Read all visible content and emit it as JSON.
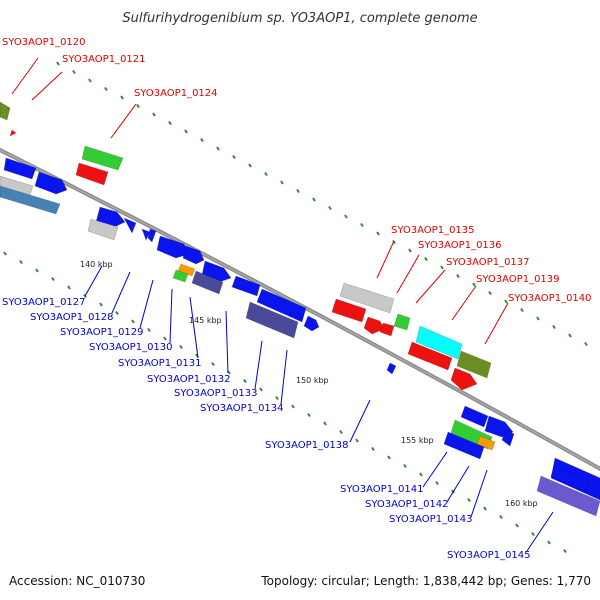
{
  "title": "Sulfurihydrogenibium sp. YO3AOP1, complete genome",
  "accession": "Accession: NC_010730",
  "topology": "Topology: circular; Length: 1,838,442 bp; Genes: 1,770",
  "colors": {
    "forward_label": "#dd0000",
    "reverse_label": "#0000cc",
    "backbone": "#888888",
    "tick": "#2e8b2e",
    "blue": "#0a14ee",
    "red": "#ee1111",
    "green": "#33cc33",
    "grey": "#c8c8c8",
    "olive": "#6b8e23",
    "steelblue": "#4682b4",
    "cyan": "#00ffff",
    "orange": "#ff9900",
    "slateblue": "#4a4a9a",
    "mediumslate": "#6a5acd"
  },
  "scale_labels": [
    "140 kbp",
    "145 kbp",
    "150 kbp",
    "155 kbp",
    "160 kbp"
  ],
  "forward_genes": [
    "SYO3AOP1_0120",
    "SYO3AOP1_0121",
    "SYO3AOP1_0124",
    "SYO3AOP1_0135",
    "SYO3AOP1_0136",
    "SYO3AOP1_0137",
    "SYO3AOP1_0139",
    "SYO3AOP1_0140"
  ],
  "reverse_genes": [
    "SYO3AOP1_0127",
    "SYO3AOP1_0128",
    "SYO3AOP1_0129",
    "SYO3AOP1_0130",
    "SYO3AOP1_0131",
    "SYO3AOP1_0132",
    "SYO3AOP1_0133",
    "SYO3AOP1_0134",
    "SYO3AOP1_0138",
    "SYO3AOP1_0141",
    "SYO3AOP1_0142",
    "SYO3AOP1_0143",
    "SYO3AOP1_0145"
  ],
  "feature_colors": [
    "olive",
    "red",
    "green",
    "red",
    "blue",
    "blue",
    "grey",
    "steelblue",
    "blue",
    "blue",
    "grey",
    "blue",
    "blue",
    "blue",
    "blue",
    "orange",
    "green",
    "blue",
    "slateblue",
    "blue",
    "blue",
    "blue",
    "blue",
    "blue",
    "slateblue",
    "blue",
    "grey",
    "red",
    "red",
    "green",
    "red",
    "cyan",
    "red",
    "olive",
    "red",
    "blue",
    "blue",
    "green",
    "orange",
    "blue",
    "blue",
    "mediumslate"
  ]
}
